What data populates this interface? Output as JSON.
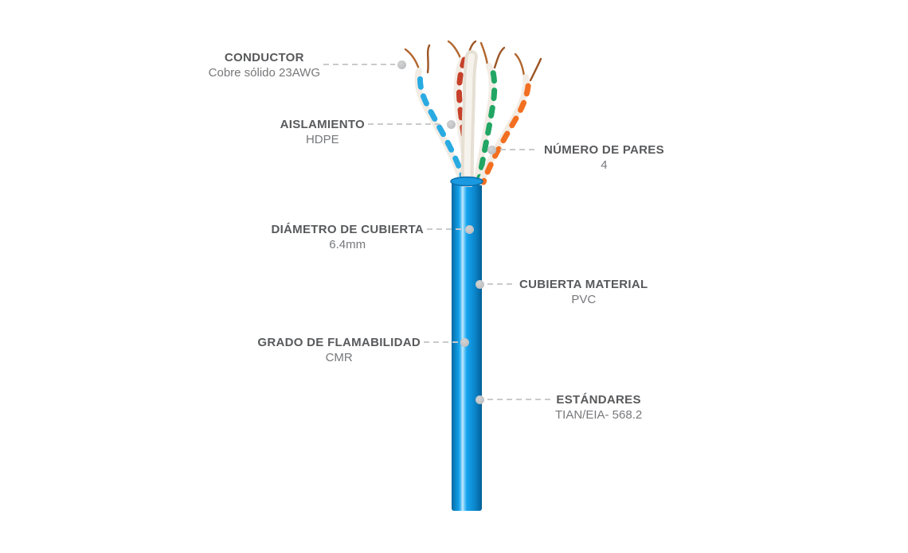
{
  "diagram": {
    "subject": "UTP Cat6 cable with four twisted pairs and blue PVC jacket",
    "language": "es"
  },
  "callouts": [
    {
      "id": "conductor",
      "title": "CONDUCTOR",
      "value": "Cobre sólido 23AWG",
      "side": "left"
    },
    {
      "id": "aislamiento",
      "title": "AISLAMIENTO",
      "value": "HDPE",
      "side": "left"
    },
    {
      "id": "numero-de-pares",
      "title": "NÚMERO DE PARES",
      "value": "4",
      "side": "right"
    },
    {
      "id": "diametro-de-cubierta",
      "title": "DIÁMETRO DE CUBIERTA",
      "value": "6.4mm",
      "side": "left"
    },
    {
      "id": "cubierta-material",
      "title": "CUBIERTA MATERIAL",
      "value": "PVC",
      "side": "right"
    },
    {
      "id": "grado-de-flamabilidad",
      "title": "GRADO DE FLAMABILIDAD",
      "value": "CMR",
      "side": "left"
    },
    {
      "id": "estandares",
      "title": "ESTÁNDARES",
      "value": "TIAN/EIA- 568.2",
      "side": "right"
    }
  ],
  "colors": {
    "background": "#ffffff",
    "label_title": "#58595b",
    "label_value": "#77787b",
    "leader_line": "#c9cacc",
    "leader_dot": "#bcbec0",
    "jacket_blue": "#1096df",
    "jacket_highlight": "#c9ecff",
    "pair_blue": "#29abe2",
    "pair_red": "#c6402a",
    "pair_green": "#21a663",
    "pair_orange": "#f26f21",
    "strand_white": "#f2ece4",
    "spline_white": "#efe9e0",
    "copper": "#b2672f"
  }
}
